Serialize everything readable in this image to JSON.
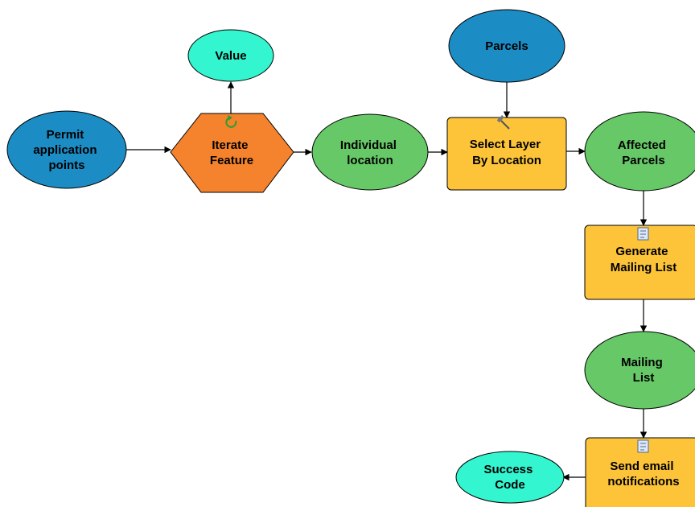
{
  "model": {
    "nodes": {
      "permit_points": {
        "kind": "input-data",
        "lines": [
          "Permit",
          "application",
          "points"
        ]
      },
      "value": {
        "kind": "derived-data",
        "lines": [
          "Value"
        ]
      },
      "iterate_feature": {
        "kind": "iterator",
        "lines": [
          "Iterate",
          "Feature"
        ],
        "icon": "refresh-icon"
      },
      "individual_location": {
        "kind": "derived-data",
        "lines": [
          "Individual",
          "location"
        ]
      },
      "parcels": {
        "kind": "input-data",
        "lines": [
          "Parcels"
        ]
      },
      "select_layer": {
        "kind": "tool",
        "lines": [
          "Select Layer",
          "By Location"
        ],
        "icon": "hammer-icon"
      },
      "affected_parcels": {
        "kind": "derived-data",
        "lines": [
          "Affected",
          "Parcels"
        ]
      },
      "generate_mailing": {
        "kind": "tool",
        "lines": [
          "Generate",
          "Mailing List"
        ],
        "icon": "script-icon"
      },
      "mailing_list": {
        "kind": "derived-data",
        "lines": [
          "Mailing",
          "List"
        ]
      },
      "send_email": {
        "kind": "tool",
        "lines": [
          "Send email",
          "notifications"
        ],
        "icon": "script-icon"
      },
      "success_code": {
        "kind": "output-value",
        "lines": [
          "Success",
          "Code"
        ]
      }
    },
    "connections": [
      [
        "permit_points",
        "iterate_feature"
      ],
      [
        "iterate_feature",
        "value"
      ],
      [
        "iterate_feature",
        "individual_location"
      ],
      [
        "individual_location",
        "select_layer"
      ],
      [
        "parcels",
        "select_layer"
      ],
      [
        "select_layer",
        "affected_parcels"
      ],
      [
        "affected_parcels",
        "generate_mailing"
      ],
      [
        "generate_mailing",
        "mailing_list"
      ],
      [
        "mailing_list",
        "send_email"
      ],
      [
        "send_email",
        "success_code"
      ]
    ]
  },
  "colors": {
    "input_data": "#1c8cc4",
    "derived_data": "#66c866",
    "value_data": "#33f5cf",
    "iterator": "#f5822d",
    "tool": "#fdc43a",
    "outline": "#000000",
    "icon_green": "#2e9e2e"
  }
}
